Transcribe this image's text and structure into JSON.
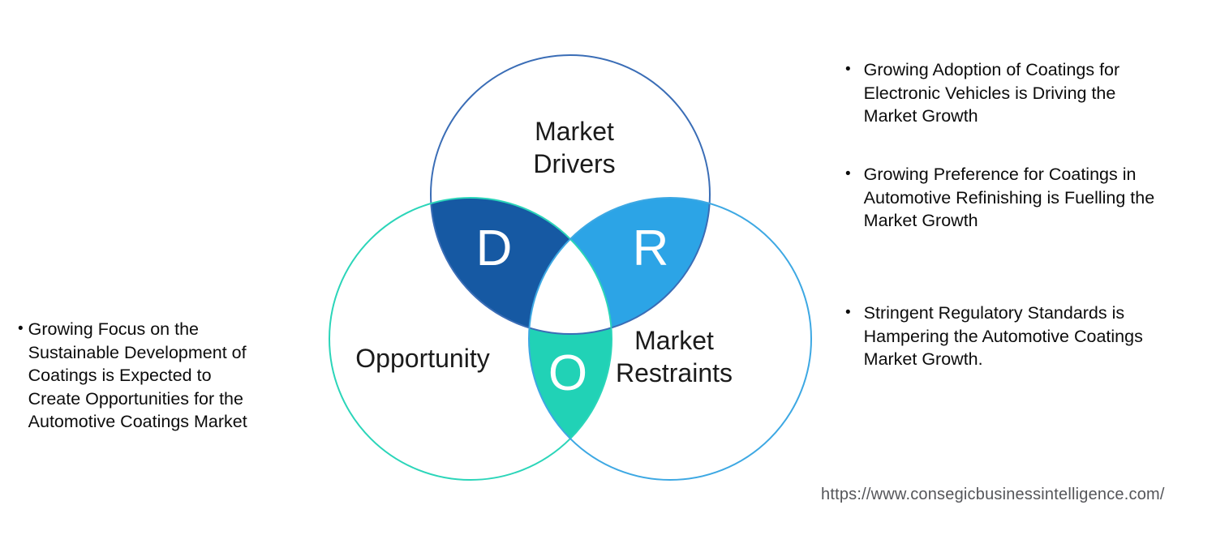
{
  "icons": {
    "bullet": "•"
  },
  "diagram": {
    "type": "venn",
    "circles": {
      "drivers": {
        "label": "Market\nDrivers",
        "stroke": "#3a6db6"
      },
      "opportunity": {
        "label": "Opportunity",
        "stroke": "#2bd5b9"
      },
      "restraints": {
        "label": "Market\nRestraints",
        "stroke": "#3da8e3"
      }
    },
    "regions": {
      "d": {
        "letter": "D",
        "fill": "#1659a3"
      },
      "r": {
        "letter": "R",
        "fill": "#2ca4e6"
      },
      "o": {
        "letter": "O",
        "fill": "#21d2b6"
      }
    }
  },
  "notes": {
    "opportunity": [
      {
        "text": "Growing Focus on the\nSustainable Development of\nCoatings is Expected to\nCreate Opportunities for the\nAutomotive Coatings Market"
      }
    ],
    "drivers": [
      {
        "text": "Growing Adoption of Coatings for\nElectronic Vehicles is Driving the\nMarket Growth"
      },
      {
        "text": "Growing Preference for Coatings in\nAutomotive Refinishing is Fuelling the\nMarket Growth"
      }
    ],
    "restraints": [
      {
        "text": "Stringent Regulatory Standards is\nHampering the Automotive Coatings\nMarket Growth."
      }
    ]
  },
  "footer": {
    "source_url": "https://www.consegicbusinessintelligence.com/"
  }
}
